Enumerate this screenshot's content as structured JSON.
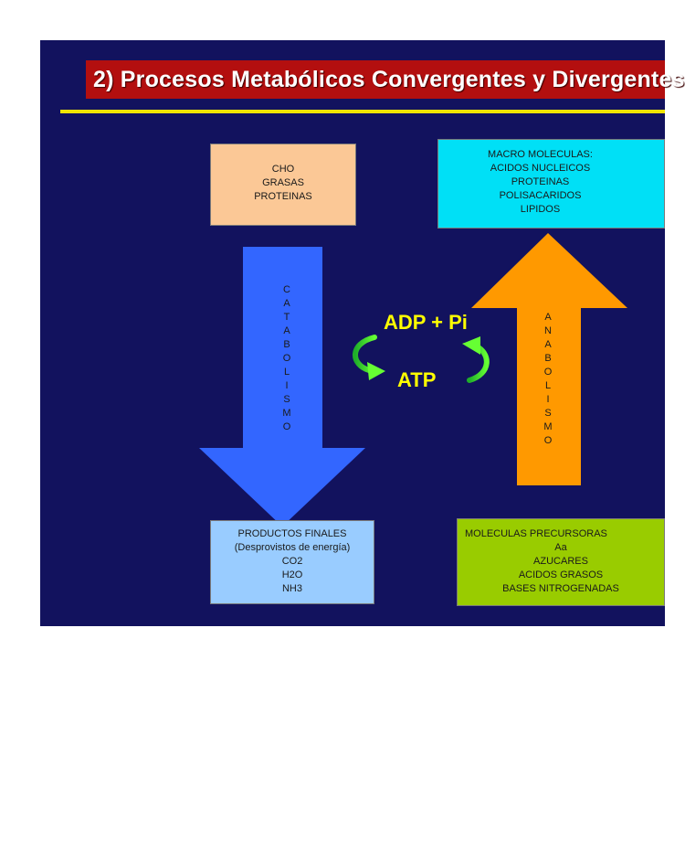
{
  "title": "2)  Procesos Metabólicos Convergentes y Divergentes",
  "cho_box": {
    "lines": [
      "CHO",
      "GRASAS",
      "PROTEINAS"
    ]
  },
  "macro_box": {
    "lines": [
      "MACRO MOLECULAS:",
      "ACIDOS NUCLEICOS",
      "PROTEINAS",
      "POLISACARIDOS",
      "LIPIDOS"
    ]
  },
  "productos_box": {
    "lines": [
      "PRODUCTOS FINALES",
      "(Desprovistos de energía)",
      "CO2",
      "H2O",
      "NH3"
    ]
  },
  "moleculas_box": {
    "lines": [
      "MOLECULAS PRECURSORAS",
      "Aa",
      "AZUCARES",
      "ACIDOS GRASOS",
      "BASES NITROGENADAS"
    ]
  },
  "catabolismo_letters": [
    "C",
    "A",
    "T",
    "A",
    "B",
    "O",
    "L",
    "I",
    "S",
    "M",
    "O"
  ],
  "anabolismo_letters": [
    "A",
    "N",
    "A",
    "B",
    "O",
    "L",
    "I",
    "S",
    "M",
    "O"
  ],
  "cycle": {
    "top_label": "ADP + Pi",
    "bottom_label": "ATP"
  },
  "colors": {
    "background": "#12125e",
    "title_bar": "#b30f0f",
    "title_rule": "#f0e400",
    "catabolism_arrow": "#3366ff",
    "anabolism_arrow": "#ff9900",
    "cycle_arrows": "#33cc33",
    "cycle_text": "#ffff00"
  }
}
